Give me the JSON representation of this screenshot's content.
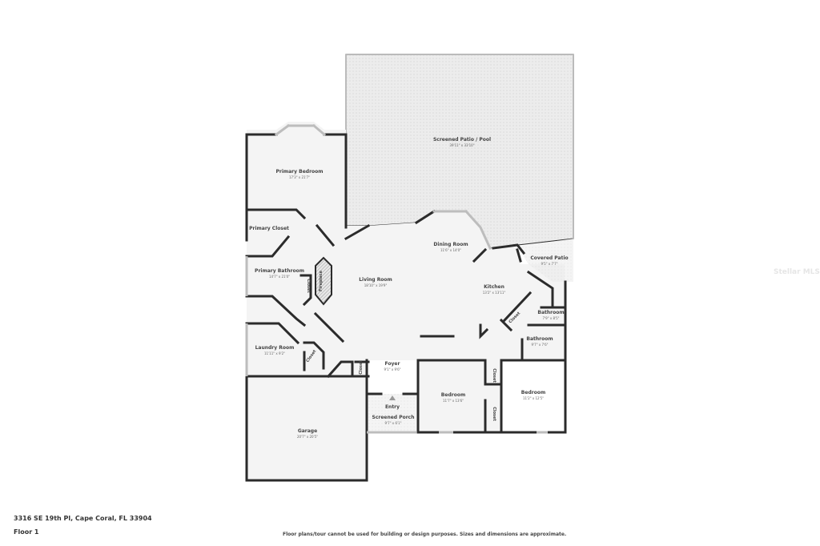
{
  "plan": {
    "address": "3316 SE 19th Pl, Cape Coral, FL 33904",
    "floor": "Floor 1",
    "disclaimer": "Floor plans/tour cannot be used for building or design purposes. Sizes and dimensions are approximate.",
    "watermark": "Stellar MLS",
    "colors": {
      "wall": "#2b2b2b",
      "floor": "#f4f4f4",
      "outdoor": "#eaeaea",
      "window": "#bdbdbd"
    }
  },
  "rooms": {
    "screened_patio": {
      "name": "Screened Patio / Pool",
      "dim": "39'11\" x 33'10\""
    },
    "primary_bedroom": {
      "name": "Primary Bedroom",
      "dim": "17'3\" x 21'7\""
    },
    "primary_closet": {
      "name": "Primary Closet",
      "dim": ""
    },
    "primary_bathroom": {
      "name": "Primary Bathroom",
      "dim": "14'7\" x 21'0\""
    },
    "fireplace": {
      "name": "Fireplace"
    },
    "closet_bath": {
      "name": "Closet"
    },
    "living_room": {
      "name": "Living Room",
      "dim": "18'10\" x 19'9\""
    },
    "dining_room": {
      "name": "Dining Room",
      "dim": "11'6\" x 14'0\""
    },
    "covered_patio": {
      "name": "Covered Patio",
      "dim": "9'5\" x 7'7\""
    },
    "kitchen": {
      "name": "Kitchen",
      "dim": "13'2\" x 13'11\""
    },
    "bathroom1": {
      "name": "Bathroom",
      "dim": "7'9\" x 8'5\""
    },
    "closet_hall": {
      "name": "Closet"
    },
    "bathroom2": {
      "name": "Bathroom",
      "dim": "9'7\" x 7'6\""
    },
    "laundry_room": {
      "name": "Laundry Room",
      "dim": "11'11\" x 9'2\""
    },
    "closet_laundry": {
      "name": "Closet"
    },
    "closet_foyer": {
      "name": "Closet"
    },
    "foyer": {
      "name": "Foyer",
      "dim": "9'1\" x 9'6\""
    },
    "entry": {
      "name": "Entry"
    },
    "screened_porch": {
      "name": "Screened Porch",
      "dim": "9'7\" x 6'1\""
    },
    "bedroom1": {
      "name": "Bedroom",
      "dim": "11'7\" x 13'6\""
    },
    "closet_bed1": {
      "name": "Closet"
    },
    "closet_bed2": {
      "name": "Closet"
    },
    "bedroom2": {
      "name": "Bedroom",
      "dim": "11'2\" x 12'5\""
    },
    "garage": {
      "name": "Garage",
      "dim": "20'7\" x 20'5\""
    }
  }
}
